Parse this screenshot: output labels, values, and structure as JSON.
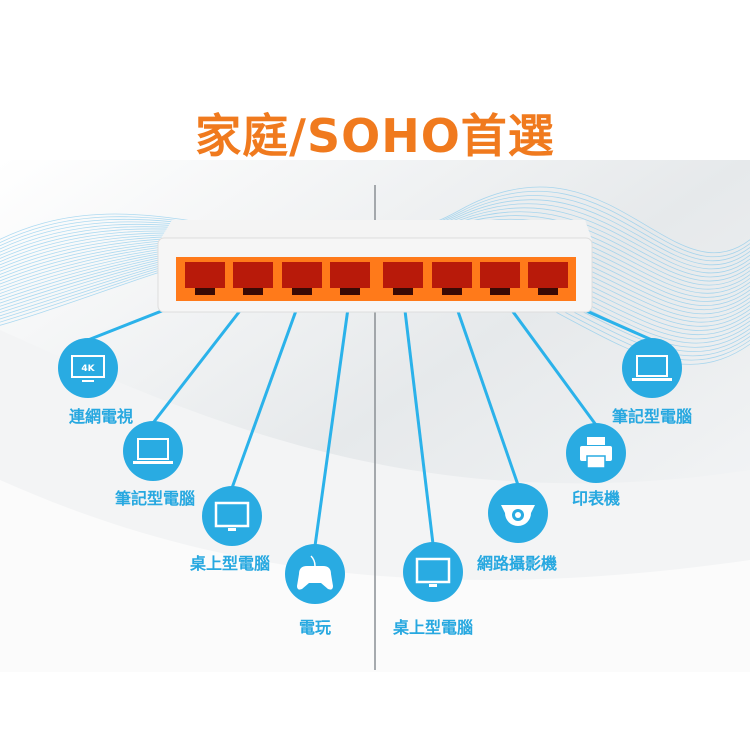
{
  "title": "家庭/SOHO首選",
  "colors": {
    "accent": "#f07a1e",
    "icon_blue": "#29abe2",
    "port_orange": "#ff7a1a"
  },
  "devices": [
    {
      "label": "連網電視",
      "icon": "tv-4k-icon",
      "badge": "4K"
    },
    {
      "label": "筆記型電腦",
      "icon": "laptop-icon"
    },
    {
      "label": "桌上型電腦",
      "icon": "desktop-icon"
    },
    {
      "label": "電玩",
      "icon": "gamepad-icon"
    },
    {
      "label": "桌上型電腦",
      "icon": "desktop-icon"
    },
    {
      "label": "網路攝影機",
      "icon": "camera-icon"
    },
    {
      "label": "印表機",
      "icon": "printer-icon"
    },
    {
      "label": "筆記型電腦",
      "icon": "laptop-icon"
    }
  ]
}
